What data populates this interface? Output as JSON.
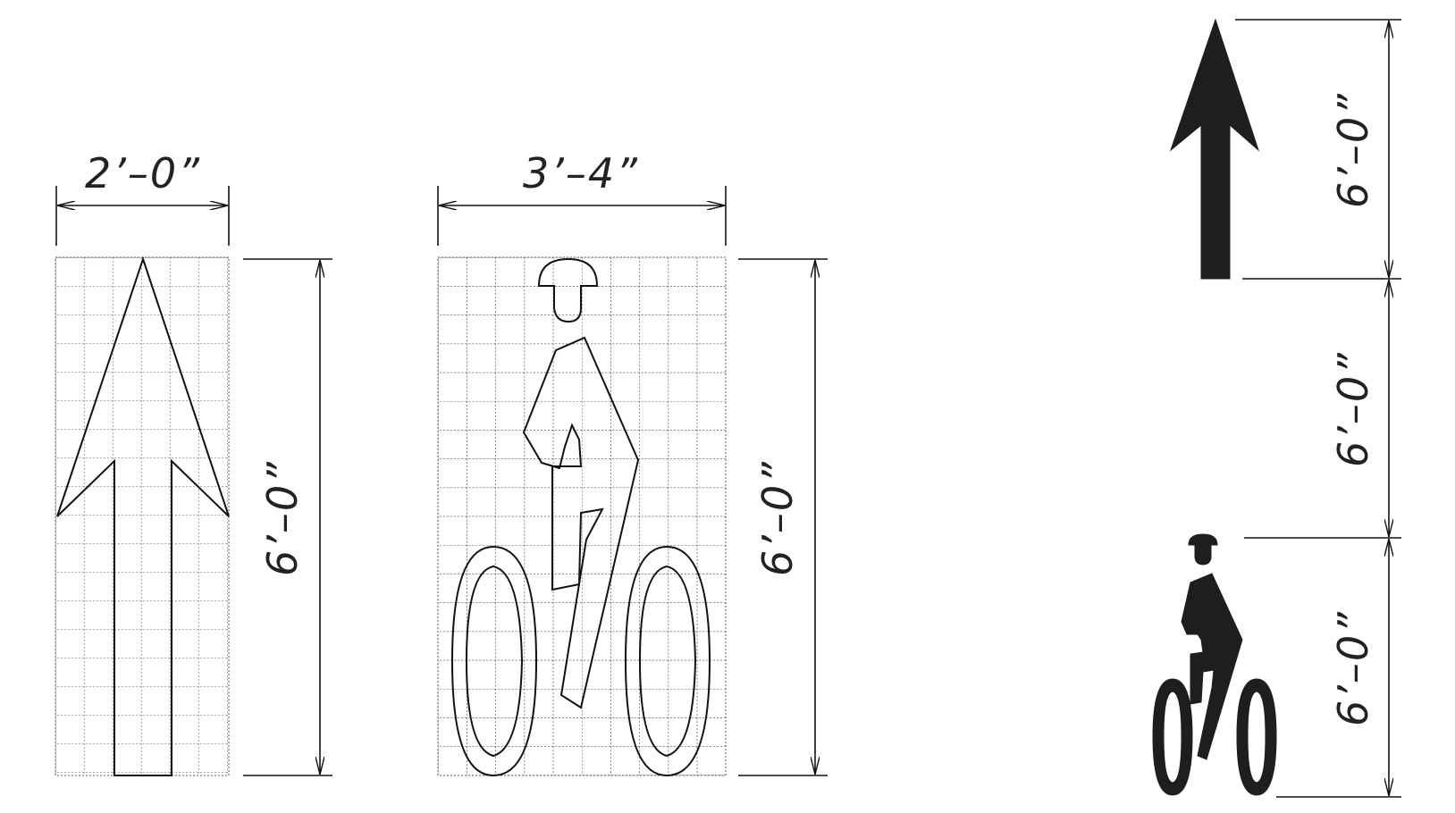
{
  "dimensions": {
    "arrow_width": "2’–0”",
    "arrow_height": "6’–0”",
    "bike_width": "3’–4”",
    "bike_height": "6’–0”",
    "layout_arrow_span": "6’–0”",
    "layout_gap_span": "6’–0”",
    "layout_bike_span": "6’–0”"
  },
  "colors": {
    "ink": "#111111",
    "grid": "#555555",
    "fill": "#1e1e1e"
  },
  "icons": {
    "arrow": "up-arrow-icon",
    "bicyclist": "bicyclist-icon"
  }
}
